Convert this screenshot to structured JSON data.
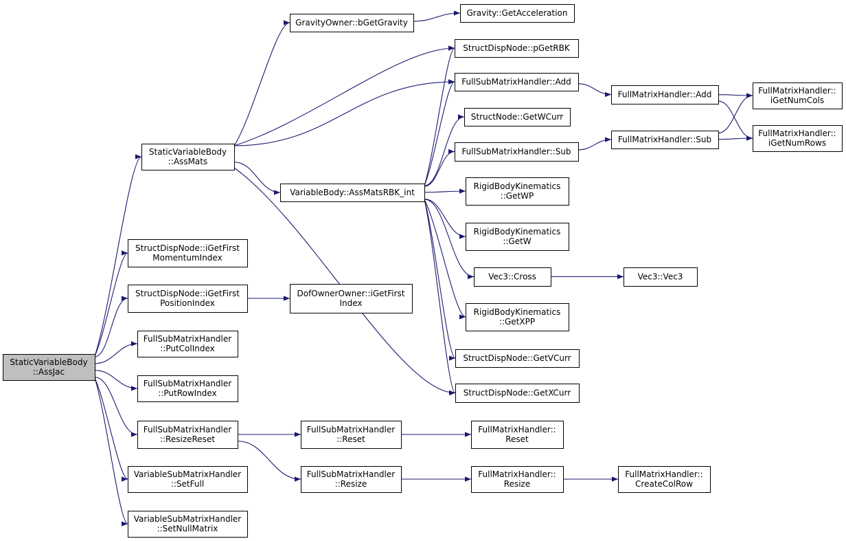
{
  "nodes": [
    {
      "id": "root",
      "lines": [
        "StaticVariableBody",
        "::AssJac"
      ],
      "root": true
    },
    {
      "id": "assmats",
      "lines": [
        "StaticVariableBody",
        "::AssMats"
      ]
    },
    {
      "id": "getfirstmom",
      "lines": [
        "StructDispNode::iGetFirst",
        "MomentumIndex"
      ]
    },
    {
      "id": "getfirstpos",
      "lines": [
        "StructDispNode::iGetFirst",
        "PositionIndex"
      ]
    },
    {
      "id": "putcol",
      "lines": [
        "FullSubMatrixHandler",
        "::PutColIndex"
      ]
    },
    {
      "id": "putrow",
      "lines": [
        "FullSubMatrixHandler",
        "::PutRowIndex"
      ]
    },
    {
      "id": "resizereset",
      "lines": [
        "FullSubMatrixHandler",
        "::ResizeReset"
      ]
    },
    {
      "id": "setfull",
      "lines": [
        "VariableSubMatrixHandler",
        "::SetFull"
      ]
    },
    {
      "id": "setnull",
      "lines": [
        "VariableSubMatrixHandler",
        "::SetNullMatrix"
      ]
    },
    {
      "id": "bgetgravity",
      "lines": [
        "GravityOwner::bGetGravity"
      ]
    },
    {
      "id": "getaccel",
      "lines": [
        "Gravity::GetAcceleration"
      ]
    },
    {
      "id": "pgetrbk",
      "lines": [
        "StructDispNode::pGetRBK"
      ]
    },
    {
      "id": "fsmh_add",
      "lines": [
        "FullSubMatrixHandler::Add"
      ]
    },
    {
      "id": "fmh_add",
      "lines": [
        "FullMatrixHandler::Add"
      ]
    },
    {
      "id": "numcols",
      "lines": [
        "FullMatrixHandler::",
        "iGetNumCols"
      ]
    },
    {
      "id": "numrows",
      "lines": [
        "FullMatrixHandler::",
        "iGetNumRows"
      ]
    },
    {
      "id": "getwcurr",
      "lines": [
        "StructNode::GetWCurr"
      ]
    },
    {
      "id": "fsmh_sub",
      "lines": [
        "FullSubMatrixHandler::Sub"
      ]
    },
    {
      "id": "fmh_sub",
      "lines": [
        "FullMatrixHandler::Sub"
      ]
    },
    {
      "id": "assmatsrbk",
      "lines": [
        "VariableBody::AssMatsRBK_int"
      ]
    },
    {
      "id": "getwp",
      "lines": [
        "RigidBodyKinematics",
        "::GetWP"
      ]
    },
    {
      "id": "getw",
      "lines": [
        "RigidBodyKinematics",
        "::GetW"
      ]
    },
    {
      "id": "cross",
      "lines": [
        "Vec3::Cross"
      ]
    },
    {
      "id": "vec3",
      "lines": [
        "Vec3::Vec3"
      ]
    },
    {
      "id": "getxpp",
      "lines": [
        "RigidBodyKinematics",
        "::GetXPP"
      ]
    },
    {
      "id": "getvcurr",
      "lines": [
        "StructDispNode::GetVCurr"
      ]
    },
    {
      "id": "getxcurr",
      "lines": [
        "StructDispNode::GetXCurr"
      ]
    },
    {
      "id": "dofindex",
      "lines": [
        "DofOwnerOwner::iGetFirst",
        "Index"
      ]
    },
    {
      "id": "fsmh_reset",
      "lines": [
        "FullSubMatrixHandler",
        "::Reset"
      ]
    },
    {
      "id": "fmh_reset",
      "lines": [
        "FullMatrixHandler::",
        "Reset"
      ]
    },
    {
      "id": "fsmh_resize",
      "lines": [
        "FullSubMatrixHandler",
        "::Resize"
      ]
    },
    {
      "id": "fmh_resize",
      "lines": [
        "FullMatrixHandler::",
        "Resize"
      ]
    },
    {
      "id": "createcolrow",
      "lines": [
        "FullMatrixHandler::",
        "CreateColRow"
      ]
    }
  ],
  "edges": [
    [
      "root",
      "assmats"
    ],
    [
      "root",
      "getfirstmom"
    ],
    [
      "root",
      "getfirstpos"
    ],
    [
      "root",
      "putcol"
    ],
    [
      "root",
      "putrow"
    ],
    [
      "root",
      "resizereset"
    ],
    [
      "root",
      "setfull"
    ],
    [
      "root",
      "setnull"
    ],
    [
      "assmats",
      "bgetgravity"
    ],
    [
      "assmats",
      "pgetrbk"
    ],
    [
      "assmats",
      "fsmh_add"
    ],
    [
      "assmats",
      "assmatsrbk"
    ],
    [
      "assmats",
      "getxcurr"
    ],
    [
      "bgetgravity",
      "getaccel"
    ],
    [
      "fsmh_add",
      "fmh_add"
    ],
    [
      "fmh_add",
      "numcols"
    ],
    [
      "fmh_add",
      "numrows"
    ],
    [
      "fsmh_sub",
      "fmh_sub"
    ],
    [
      "fmh_sub",
      "numcols"
    ],
    [
      "fmh_sub",
      "numrows"
    ],
    [
      "assmatsrbk",
      "pgetrbk"
    ],
    [
      "assmatsrbk",
      "fsmh_add"
    ],
    [
      "assmatsrbk",
      "getwcurr"
    ],
    [
      "assmatsrbk",
      "fsmh_sub"
    ],
    [
      "assmatsrbk",
      "getwp"
    ],
    [
      "assmatsrbk",
      "getw"
    ],
    [
      "assmatsrbk",
      "cross"
    ],
    [
      "assmatsrbk",
      "getxpp"
    ],
    [
      "assmatsrbk",
      "getvcurr"
    ],
    [
      "assmatsrbk",
      "getxcurr"
    ],
    [
      "cross",
      "vec3"
    ],
    [
      "getfirstpos",
      "dofindex"
    ],
    [
      "resizereset",
      "fsmh_reset"
    ],
    [
      "resizereset",
      "fsmh_resize"
    ],
    [
      "fsmh_reset",
      "fmh_reset"
    ],
    [
      "fsmh_resize",
      "fmh_resize"
    ],
    [
      "fmh_resize",
      "createcolrow"
    ]
  ],
  "colors": {
    "edge": "#191970",
    "root_fill": "#bfbfbf",
    "node_fill": "#ffffff"
  }
}
